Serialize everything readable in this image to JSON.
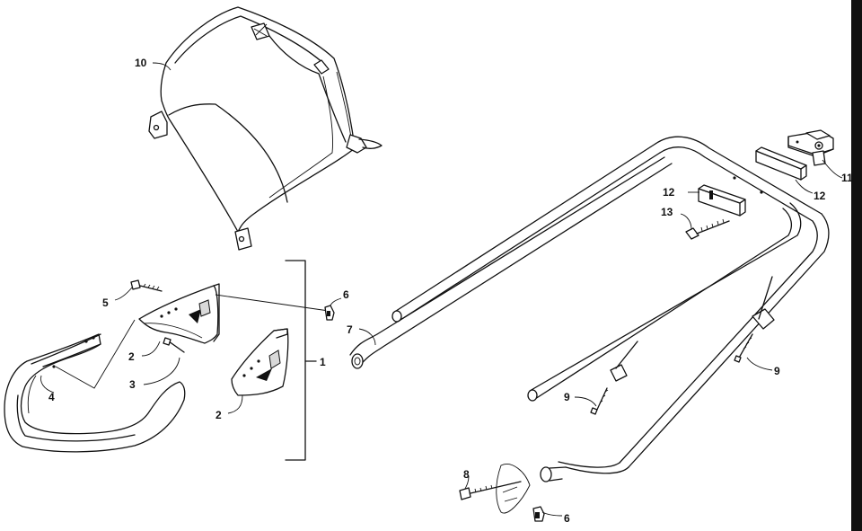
{
  "callouts": {
    "c1": "1",
    "c2a": "2",
    "c2b": "2",
    "c3": "3",
    "c4": "4",
    "c5": "5",
    "c6a": "6",
    "c6b": "6",
    "c7": "7",
    "c8": "8",
    "c9a": "9",
    "c9b": "9",
    "c10": "10",
    "c11": "11",
    "c12a": "12",
    "c12b": "12",
    "c13": "13"
  }
}
